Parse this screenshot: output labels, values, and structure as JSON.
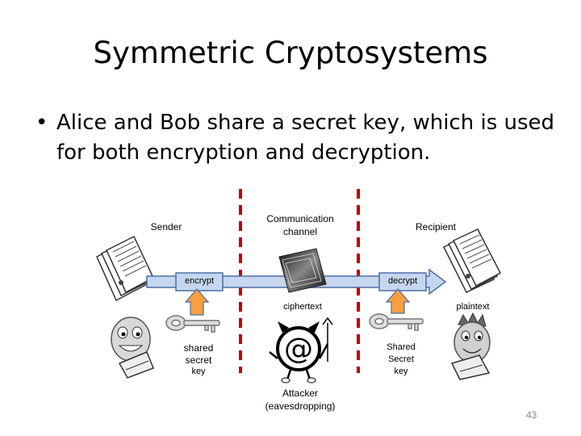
{
  "slide": {
    "title": "Symmetric Cryptosystems",
    "bullet_marker": "•",
    "bullet": "Alice and Bob share a secret key, which is used for both encryption and decryption.",
    "page_number": "43"
  },
  "diagram": {
    "sender": "Sender",
    "channel_line1": "Communication",
    "channel_line2": "channel",
    "recipient": "Recipient",
    "encrypt": "encrypt",
    "decrypt": "decrypt",
    "ciphertext": "ciphertext",
    "plaintext": "plaintext",
    "shared_key_left": [
      "shared",
      "secret",
      "key"
    ],
    "shared_key_right": [
      "Shared",
      "Secret",
      "key"
    ],
    "attacker_line1": "Attacker",
    "attacker_line2": "(eavesdropping)",
    "colors": {
      "arrow_fill": "#c6d6ee",
      "arrow_stroke": "#4a6fa5",
      "key_arrow_fill": "#f7a040",
      "dashed_line": "#c00000",
      "attacker_body": "#000000"
    }
  }
}
